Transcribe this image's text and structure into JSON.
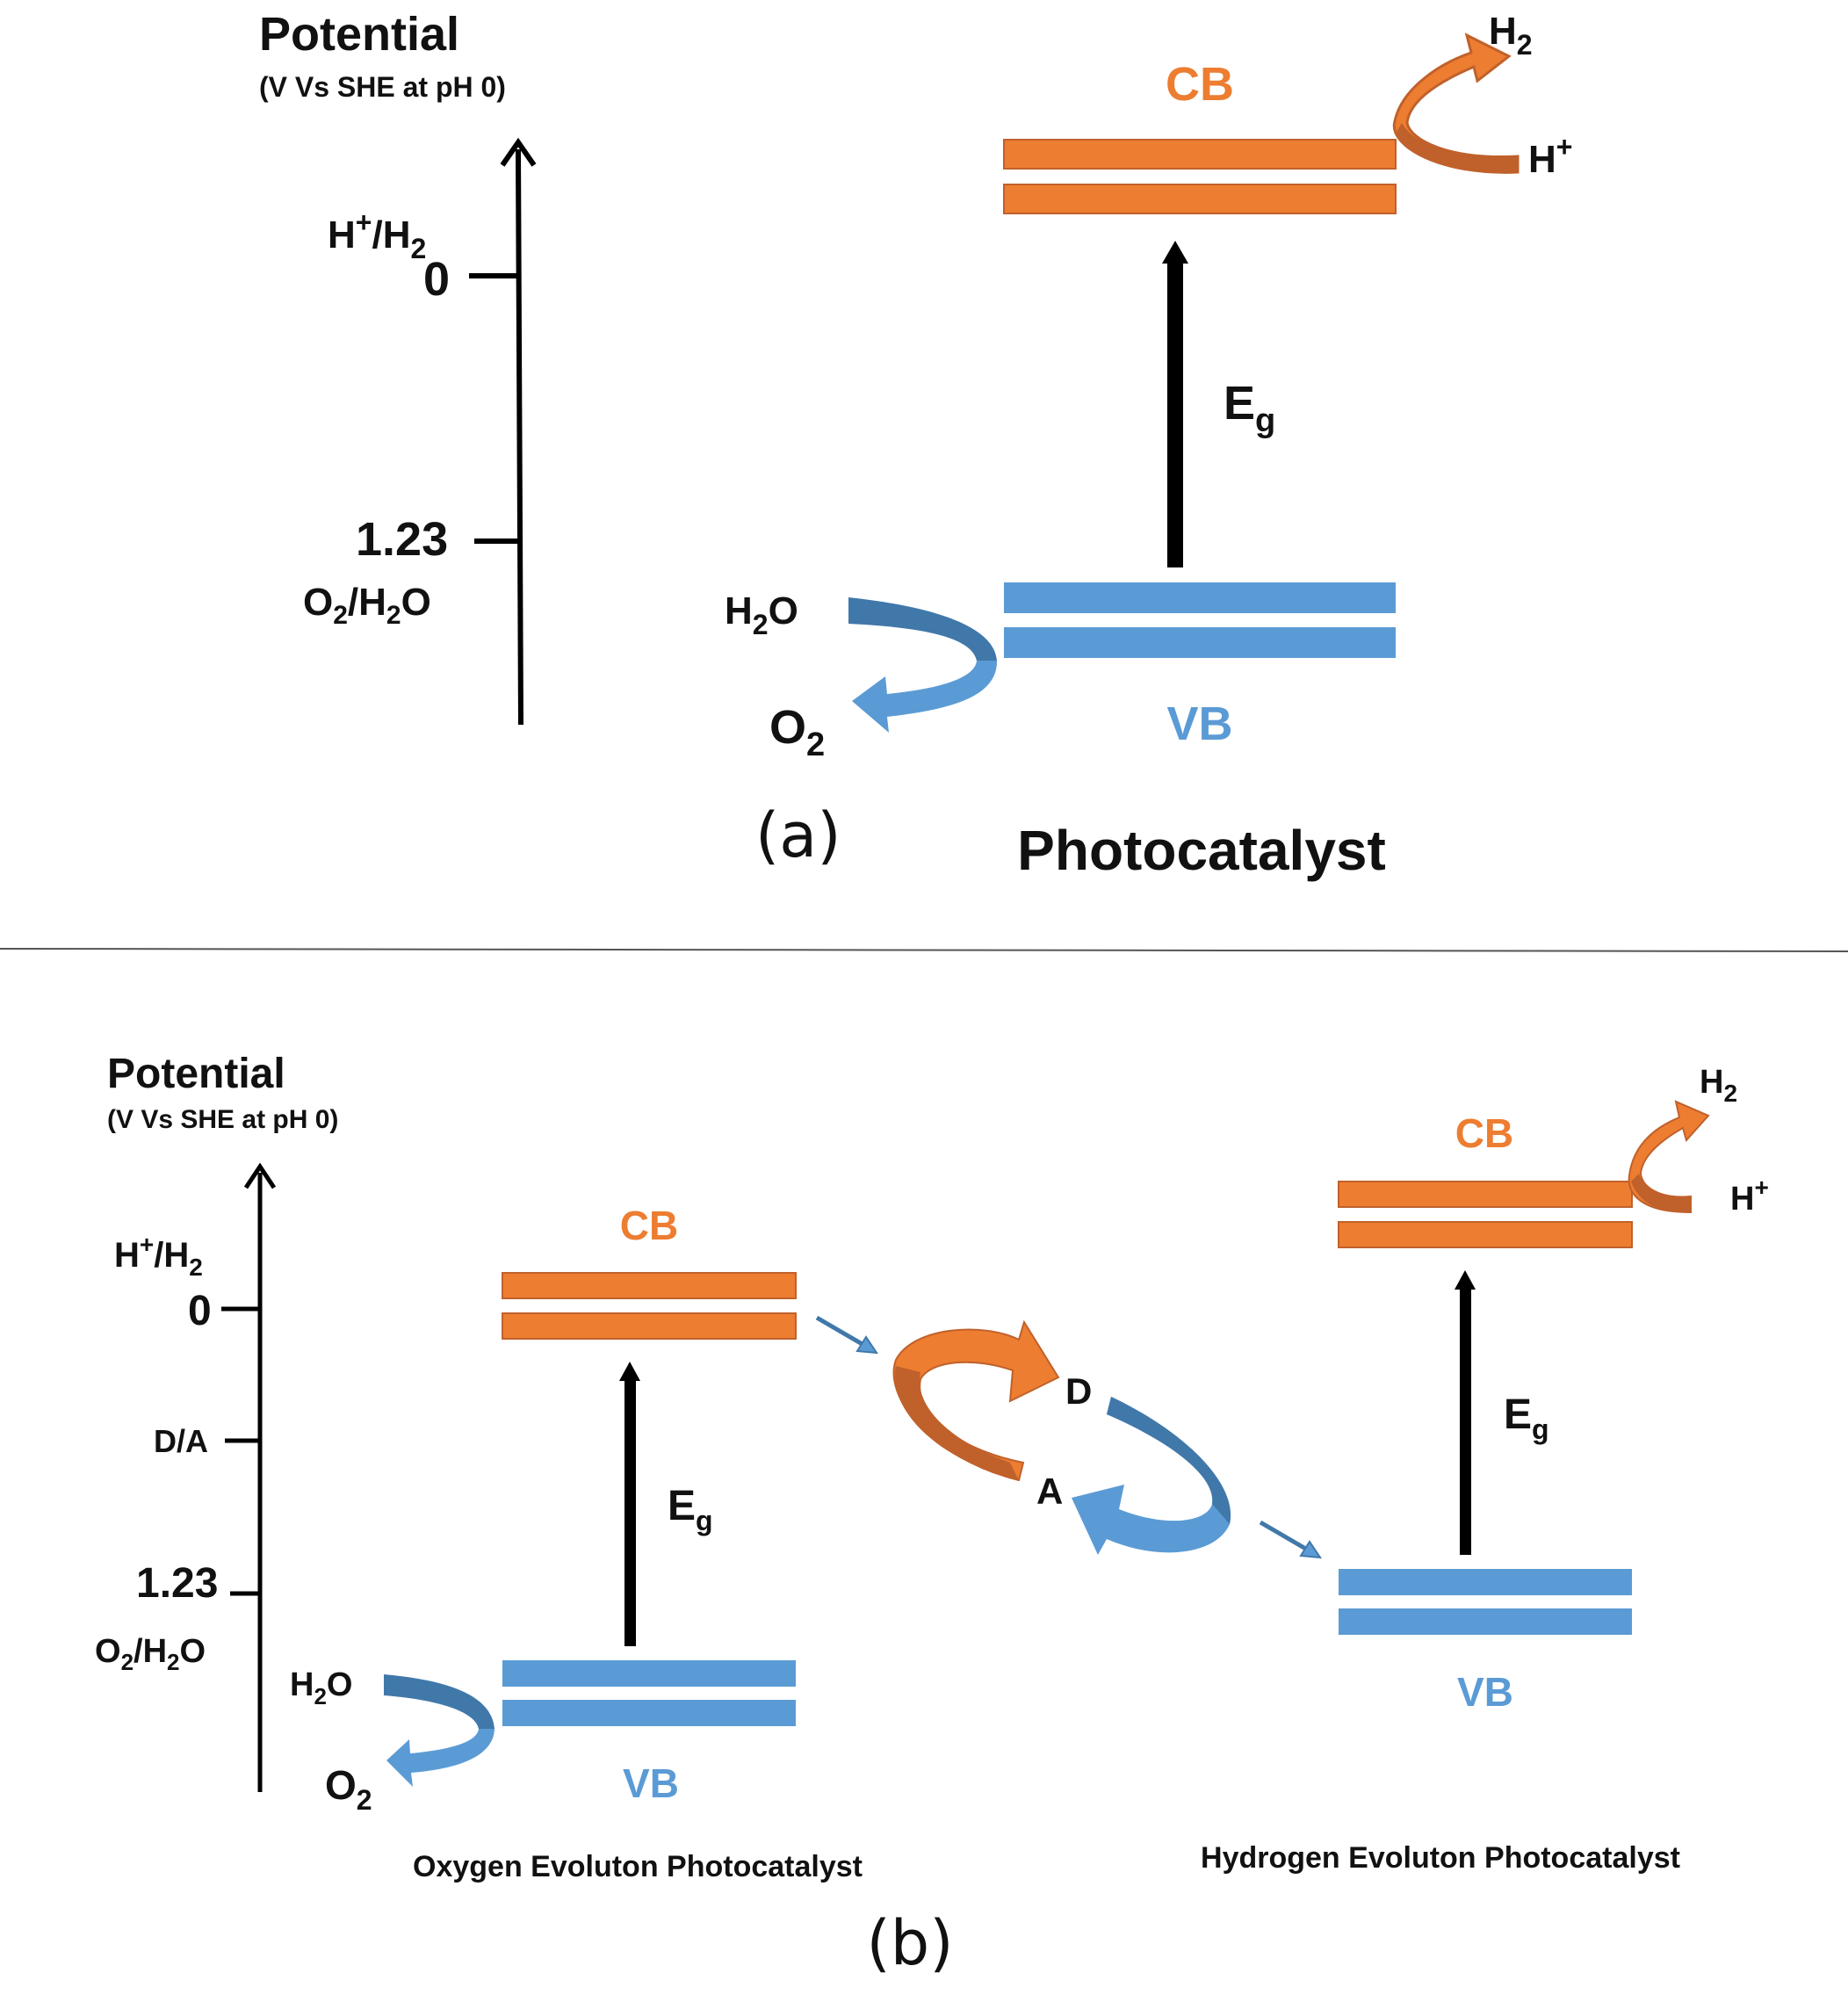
{
  "colors": {
    "cb": "#ED7D31",
    "cb_dark": "#C0612B",
    "vb": "#5B9BD5",
    "vb_dark": "#4178AA",
    "axis": "#000000",
    "divider": "#555555"
  },
  "panel_a": {
    "potential_title": "Potential",
    "potential_subtitle": "(V Vs SHE at pH 0)",
    "level_h_top": "H",
    "level_h_sup": "+",
    "level_h_mid": "/H",
    "level_h_sub": "2",
    "tick_zero": "0",
    "tick_123": "1.23",
    "level_o_o": "O",
    "level_o_sub1": "2",
    "level_o_mid": "/H",
    "level_o_sub2": "2",
    "level_o_end": "O",
    "cb_label": "CB",
    "vb_label": "VB",
    "eg_main": "E",
    "eg_sub": "g",
    "h2_main": "H",
    "h2_sub": "2",
    "hplus_main": "H",
    "hplus_sup": "+",
    "h2o_h": "H",
    "h2o_sub": "2",
    "h2o_o": "O",
    "o2_main": "O",
    "o2_sub": "2",
    "caption": "(a)",
    "catalyst_label": "Photocatalyst"
  },
  "panel_b": {
    "potential_title": "Potential",
    "potential_subtitle": "(V Vs SHE at pH 0)",
    "level_h_top": "H",
    "level_h_sup": "+",
    "level_h_mid": "/H",
    "level_h_sub": "2",
    "tick_zero": "0",
    "tick_da": "D/A",
    "tick_123": "1.23",
    "level_o_o": "O",
    "level_o_sub1": "2",
    "level_o_mid": "/H",
    "level_o_sub2": "2",
    "level_o_end": "O",
    "left_cb_label": "CB",
    "left_vb_label": "VB",
    "right_cb_label": "CB",
    "right_vb_label": "VB",
    "eg_main": "E",
    "eg_sub": "g",
    "d_label": "D",
    "a_label": "A",
    "h2_main": "H",
    "h2_sub": "2",
    "hplus_main": "H",
    "hplus_sup": "+",
    "h2o_h": "H",
    "h2o_sub": "2",
    "h2o_o": "O",
    "o2_main": "O",
    "o2_sub": "2",
    "oxygen_catalyst": "Oxygen Evoluton Photocatalyst",
    "hydrogen_catalyst": "Hydrogen Evoluton Photocatalyst",
    "caption": "(b)"
  }
}
